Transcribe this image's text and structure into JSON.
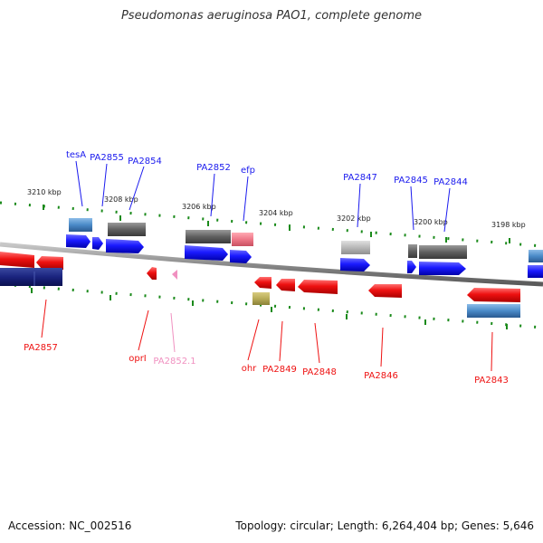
{
  "title": "Pseudomonas aeruginosa PAO1, complete genome",
  "footer": {
    "accession": "Accession: NC_002516",
    "topology": "Topology: circular; Length: 6,264,404 bp; Genes: 5,646"
  },
  "colors": {
    "forward_gene": "#1a1aff",
    "reverse_gene": "#ee1111",
    "steelblue_feature": "#4a8ac8",
    "dark_feature": "#606060",
    "light_gray_feature": "#b8b8b8",
    "navy_feature": "#1a237e",
    "pink_feature": "#ee7788",
    "olive_feature": "#b8ac58",
    "light_pink_feature": "#f090c0",
    "scale_tick": "#1a8a1a",
    "backbone": "#8a8a8a"
  },
  "scale_labels": [
    "3210 kbp",
    "3208 kbp",
    "3206 kbp",
    "3204 kbp",
    "3202 kbp",
    "3200 kbp",
    "3198 kbp"
  ],
  "gene_labels": {
    "top": [
      "tesA",
      "PA2855",
      "PA2854",
      "PA2852",
      "efp",
      "PA2847",
      "PA2845",
      "PA2844"
    ],
    "bottom": [
      "PA2857",
      "oprI",
      "PA2852.1",
      "ohr",
      "PA2849",
      "PA2848",
      "PA2846",
      "PA2843"
    ]
  }
}
